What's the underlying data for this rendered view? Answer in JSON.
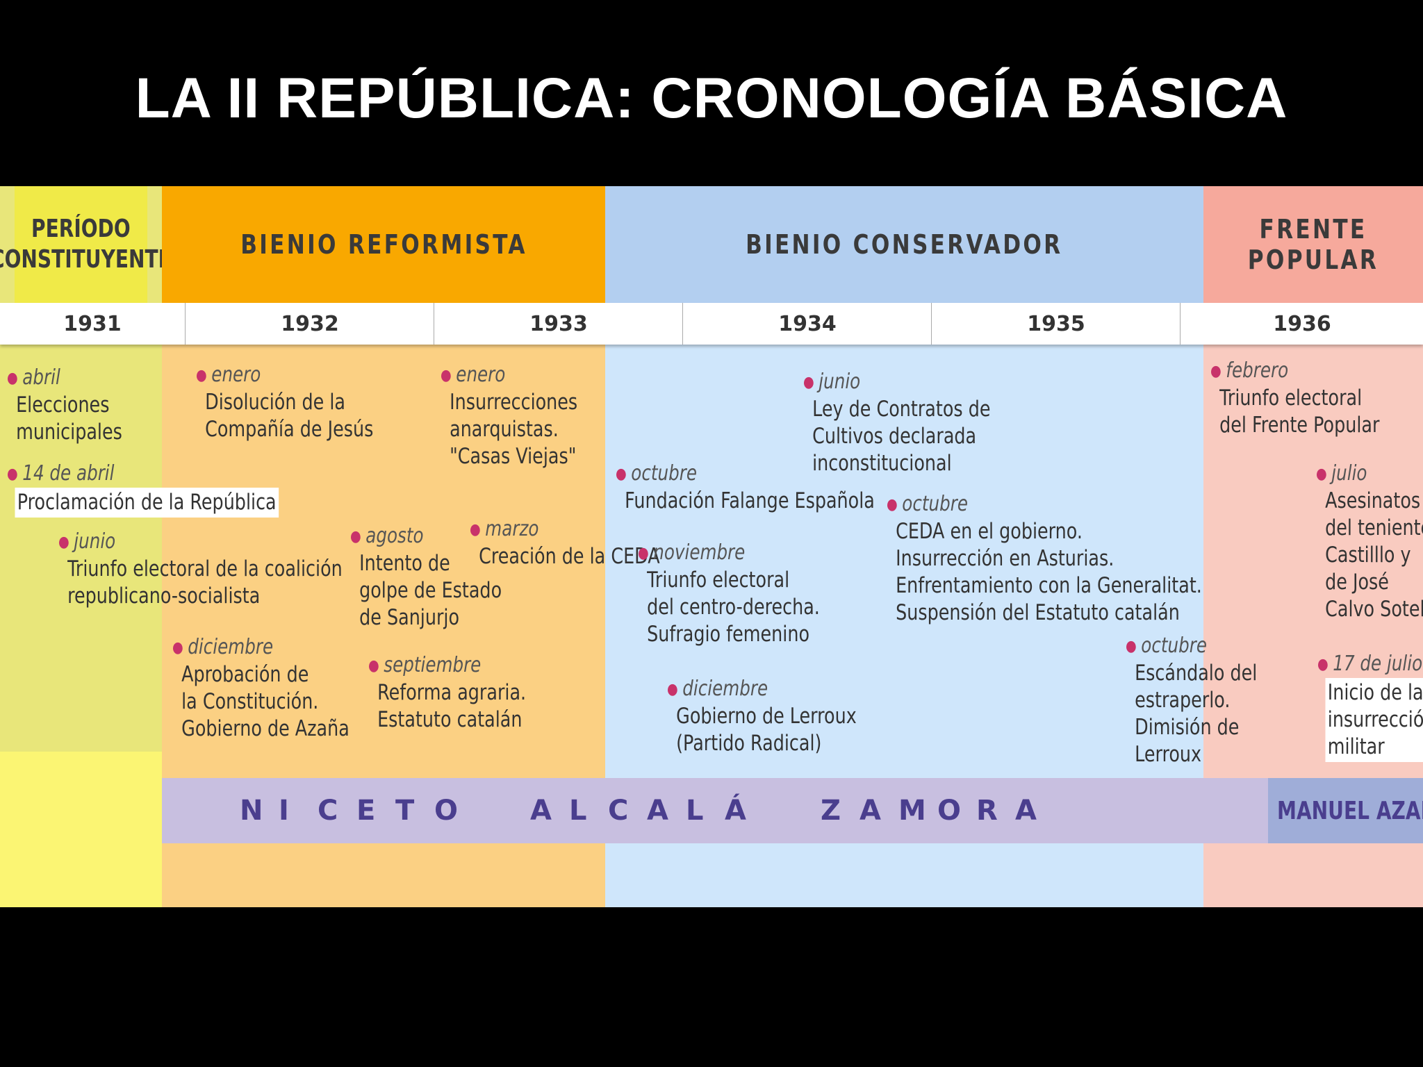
{
  "title": "LA II REPÚBLICA: CRONOLOGÍA BÁSICA",
  "periods": [
    {
      "label_1": "PERÍODO",
      "label_2": "CONSTITUYENTE"
    },
    {
      "label": "BIENIO REFORMISTA"
    },
    {
      "label": "BIENIO CONSERVADOR"
    },
    {
      "label": "FRENTE POPULAR"
    }
  ],
  "years": [
    "1931",
    "1932",
    "1933",
    "1934",
    "1935",
    "1936"
  ],
  "events": [
    {
      "date": "abril",
      "lines": [
        "Elecciones",
        "municipales"
      ]
    },
    {
      "date": "14 de abril",
      "lines": [
        "Proclamación de la República"
      ]
    },
    {
      "date": "junio",
      "lines": [
        "Triunfo electoral de la coalición",
        "republicano-socialista"
      ]
    },
    {
      "date": "enero",
      "lines": [
        "Disolución de la",
        "Compañía de Jesús"
      ]
    },
    {
      "date": "agosto",
      "lines": [
        "Intento de",
        "golpe de Estado",
        "de Sanjurjo"
      ]
    },
    {
      "date": "diciembre",
      "lines": [
        "Aprobación  de",
        "la Constitución.",
        "Gobierno de Azaña"
      ]
    },
    {
      "date": "enero",
      "lines": [
        "Insurrecciones",
        "anarquistas.",
        "\"Casas Viejas\""
      ]
    },
    {
      "date": "marzo",
      "lines": [
        "Creación de la CEDA"
      ]
    },
    {
      "date": "septiembre",
      "lines": [
        "Reforma agraria.",
        "Estatuto catalán"
      ]
    },
    {
      "date": "octubre",
      "lines": [
        "Fundación Falange Española"
      ]
    },
    {
      "date": "noviembre",
      "lines": [
        "Triunfo electoral",
        "del centro-derecha.",
        "Sufragio femenino"
      ]
    },
    {
      "date": "diciembre",
      "lines": [
        "Gobierno de Lerroux",
        "(Partido Radical)"
      ]
    },
    {
      "date": "junio",
      "lines": [
        "Ley de Contratos de",
        "Cultivos declarada",
        "inconstitucional"
      ]
    },
    {
      "date": "octubre",
      "lines": [
        "CEDA en el gobierno.",
        "Insurrección en Asturias.",
        "Enfrentamiento con la Generalitat.",
        "Suspensión del Estatuto catalán"
      ]
    },
    {
      "date": "octubre",
      "lines": [
        "Escándalo del",
        "estraperlo.",
        "Dimisión de",
        "Lerroux"
      ]
    },
    {
      "date": "febrero",
      "lines": [
        "Triunfo electoral",
        "del Frente Popular"
      ]
    },
    {
      "date": "julio",
      "lines": [
        "Asesinatos",
        "del teniente",
        "Castilllo y",
        "de José",
        "Calvo Sotelo"
      ]
    },
    {
      "date": "17 de julio",
      "lines": [
        "Inicio de la",
        "insurrección",
        "militar"
      ]
    }
  ],
  "presidents": {
    "p1_letters": [
      "N",
      "I",
      "C",
      "E",
      "T",
      "O",
      "A",
      "L",
      "C",
      "A",
      "L",
      "Á",
      "Z",
      "A",
      "M",
      "O",
      "R",
      "A"
    ],
    "p2": "MANUEL AZAÑA"
  },
  "colors": {
    "constituyente_head": "#f0ea48",
    "constituyente_body": "#e8e67a",
    "reformista_head": "#f9a800",
    "reformista_body": "#fbd083",
    "conservador_head": "#b3cff0",
    "conservador_body": "#cfe6fb",
    "frente_head": "#f6a99c",
    "frente_body": "#f9cbc0",
    "pres_bar_1": "#c8bfe0",
    "pres_bar_2": "#9fadd8",
    "pres_text": "#4a3e8e",
    "bullet": "#c8326a"
  }
}
